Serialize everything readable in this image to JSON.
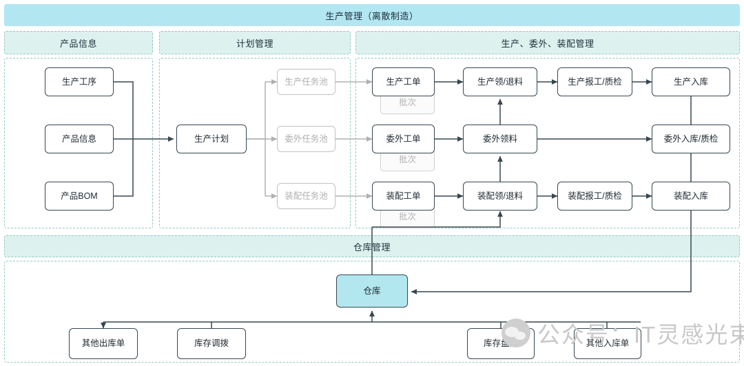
{
  "diagram": {
    "title": "生产管理（离散制造）",
    "sections": [
      {
        "id": "product-info",
        "label": "产品信息"
      },
      {
        "id": "plan-management",
        "label": "计划管理"
      },
      {
        "id": "production-outsourcing-assembly",
        "label": "生产、委外、装配管理"
      },
      {
        "id": "warehouse-management",
        "label": "仓库管理"
      }
    ],
    "nodes": {
      "process": "生产工序",
      "product_info": "产品信息",
      "product_bom": "产品BOM",
      "production_plan": "生产计划",
      "pool_production": "生产任务池",
      "pool_outsourcing": "委外任务池",
      "pool_assembly": "装配任务池",
      "wo_production": "生产工单",
      "wo_outsourcing": "委外工单",
      "wo_assembly": "装配工单",
      "batch_production": "批次",
      "batch_outsourcing": "批次",
      "batch_assembly": "批次",
      "issue_production": "生产领/退料",
      "issue_outsourcing": "委外领料",
      "issue_assembly": "装配领/退料",
      "report_production": "生产报工/质检",
      "report_assembly": "装配报工/质检",
      "in_production": "生产入库",
      "in_outsourcing": "委外入库/质检",
      "in_assembly": "装配入库",
      "warehouse": "仓库",
      "other_outbound": "其他出库单",
      "stock_transfer": "库存调拨",
      "stock_count": "库存盘点",
      "other_inbound": "其他入库单"
    },
    "watermark": "公众号：IT灵感光束",
    "colors": {
      "banner_main": "#b2e7f2",
      "banner_section": "#ddf2ef",
      "section_border": "#93c9c4",
      "node_border": "#37474f",
      "node_muted_border": "#c2c2c2",
      "warehouse_fill": "#b2e7ef",
      "connector": "#37474f",
      "connector_muted": "#b0b0b0"
    }
  }
}
